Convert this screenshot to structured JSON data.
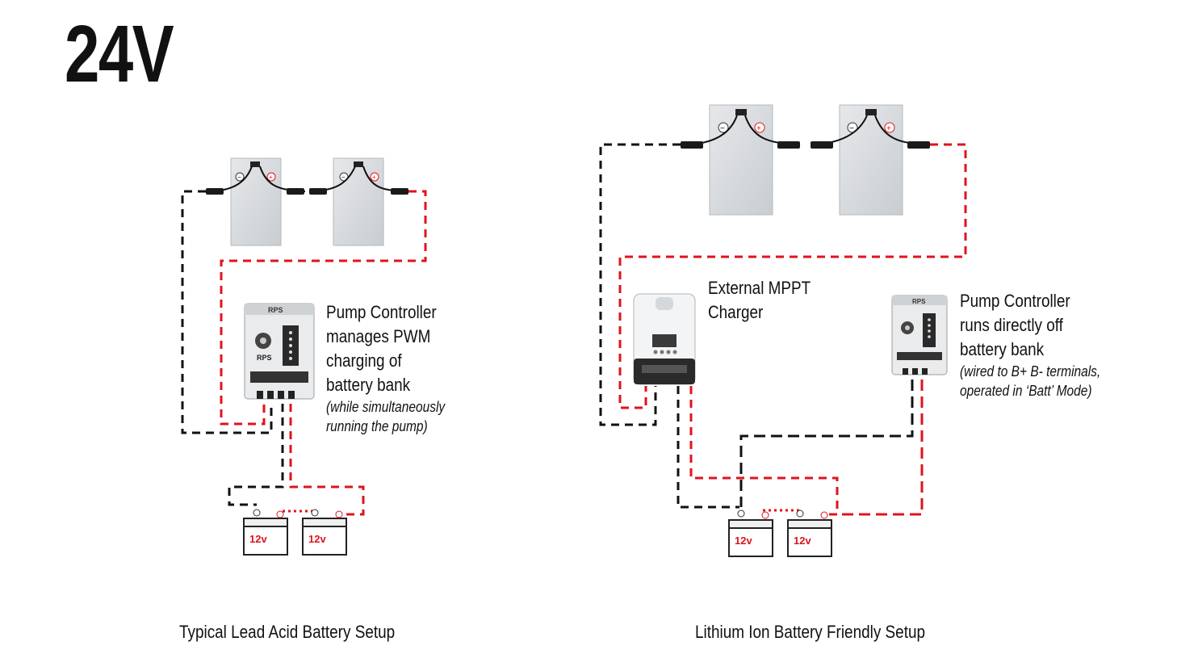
{
  "title": "24V",
  "left_setup": {
    "controller_label": [
      "Pump Controller",
      "manages PWM",
      "charging of",
      "battery bank"
    ],
    "controller_note": [
      "(while simultaneously",
      "running the pump)"
    ],
    "caption": "Typical Lead Acid Battery Setup",
    "battery_label": "12v",
    "controller_brand": "RPS"
  },
  "right_setup": {
    "charger_label": [
      "External MPPT",
      "Charger"
    ],
    "controller_label": [
      "Pump Controller",
      "runs directly off",
      "battery bank"
    ],
    "controller_note": [
      "(wired to B+ B- terminals,",
      "operated in ‘Batt’ Mode)"
    ],
    "caption": "Lithium Ion Battery Friendly Setup",
    "battery_label": "12v",
    "controller_brand": "RPS"
  },
  "colors": {
    "positive": "#e0131c",
    "negative": "#111111",
    "panel": "#dcdfe2"
  }
}
